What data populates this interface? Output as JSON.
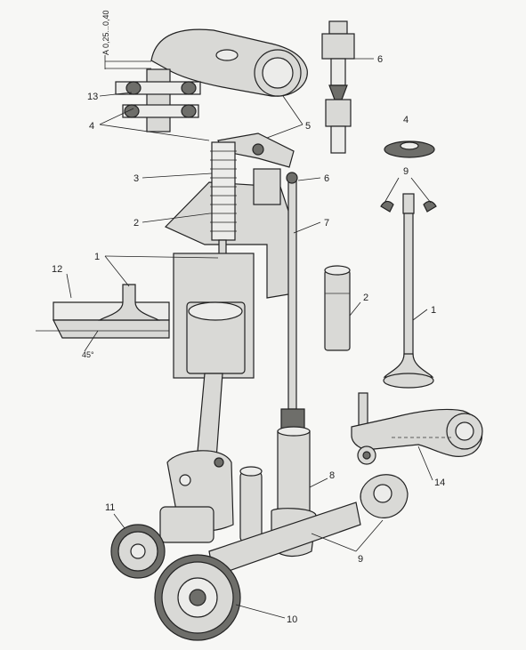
{
  "labels": {
    "clearance": "A   0,25...0,40",
    "l1_valve_left": "1",
    "l1_valve_right": "1",
    "l2_spring": "2",
    "l2_guide": "2",
    "l3": "3",
    "l4_top": "4",
    "l4_plate": "4",
    "l5": "5",
    "l6_top": "6",
    "l6_mid": "6",
    "l7": "7",
    "l8": "8",
    "l9_keys": "9",
    "l9_cam": "9",
    "l10": "10",
    "l11": "11",
    "l12": "12",
    "l13": "13",
    "l14": "14",
    "angle": "45°"
  }
}
